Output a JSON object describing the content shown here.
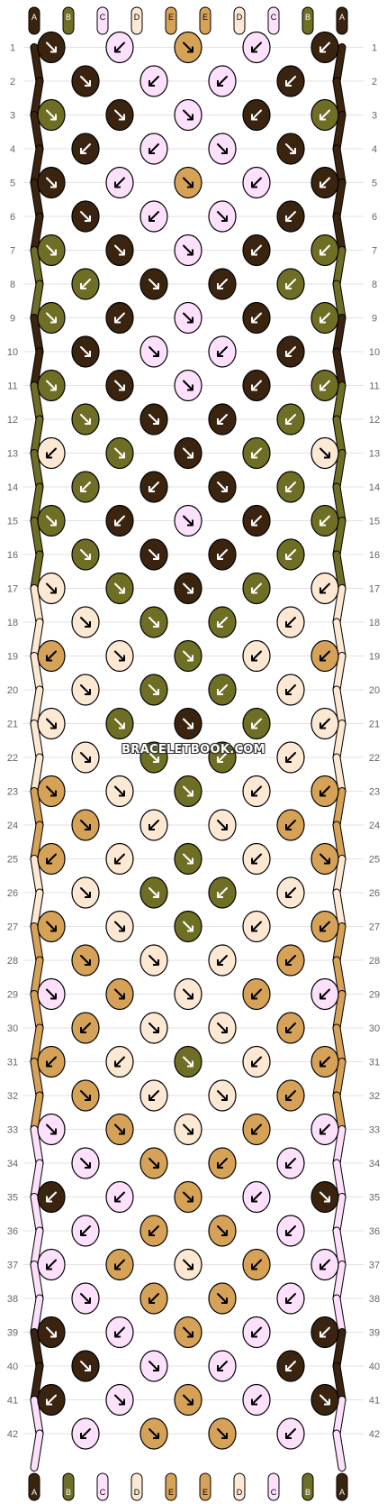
{
  "pattern": {
    "strand_labels_top": [
      "A",
      "B",
      "C",
      "D",
      "E",
      "E",
      "D",
      "C",
      "B",
      "A"
    ],
    "strand_labels_bottom": [
      "A",
      "B",
      "C",
      "D",
      "E",
      "E",
      "D",
      "C",
      "B",
      "A"
    ],
    "row_count": 42,
    "row_numbers": [
      1,
      2,
      3,
      4,
      5,
      6,
      7,
      8,
      9,
      10,
      11,
      12,
      13,
      14,
      15,
      16,
      17,
      18,
      19,
      20,
      21,
      22,
      23,
      24,
      25,
      26,
      27,
      28,
      29,
      30,
      31,
      32,
      33,
      34,
      35,
      36,
      37,
      38,
      39,
      40,
      41,
      42
    ],
    "colors": {
      "A": "#3a2410",
      "B": "#6e6e25",
      "C": "#fde0fb",
      "D": "#fde8d4",
      "E": "#d6a257"
    },
    "arrow_colors": {
      "dark_knot": "#ffffff",
      "light_knot": "#000000"
    },
    "knot_rows": [
      [
        [
          "A",
          "se"
        ],
        [
          "C",
          "sw"
        ],
        [
          "E",
          "se"
        ],
        [
          "C",
          "sw"
        ],
        [
          "A",
          "sw"
        ]
      ],
      [
        [
          "A",
          "se"
        ],
        [
          "C",
          "sw"
        ],
        [
          "C",
          "sw"
        ],
        [
          "A",
          "sw"
        ]
      ],
      [
        [
          "B",
          "se"
        ],
        [
          "A",
          "se"
        ],
        [
          "C",
          "se"
        ],
        [
          "A",
          "sw"
        ],
        [
          "B",
          "sw"
        ]
      ],
      [
        [
          "A",
          "sw"
        ],
        [
          "C",
          "sw"
        ],
        [
          "C",
          "se"
        ],
        [
          "A",
          "se"
        ]
      ],
      [
        [
          "A",
          "se"
        ],
        [
          "C",
          "sw"
        ],
        [
          "E",
          "se"
        ],
        [
          "C",
          "sw"
        ],
        [
          "A",
          "sw"
        ]
      ],
      [
        [
          "A",
          "se"
        ],
        [
          "C",
          "sw"
        ],
        [
          "C",
          "se"
        ],
        [
          "A",
          "sw"
        ]
      ],
      [
        [
          "B",
          "se"
        ],
        [
          "A",
          "se"
        ],
        [
          "C",
          "se"
        ],
        [
          "A",
          "sw"
        ],
        [
          "B",
          "sw"
        ]
      ],
      [
        [
          "B",
          "sw"
        ],
        [
          "A",
          "se"
        ],
        [
          "A",
          "sw"
        ],
        [
          "B",
          "sw"
        ]
      ],
      [
        [
          "B",
          "se"
        ],
        [
          "A",
          "sw"
        ],
        [
          "C",
          "se"
        ],
        [
          "A",
          "sw"
        ],
        [
          "B",
          "sw"
        ]
      ],
      [
        [
          "A",
          "se"
        ],
        [
          "C",
          "se"
        ],
        [
          "C",
          "sw"
        ],
        [
          "A",
          "sw"
        ]
      ],
      [
        [
          "B",
          "se"
        ],
        [
          "A",
          "se"
        ],
        [
          "C",
          "se"
        ],
        [
          "A",
          "sw"
        ],
        [
          "B",
          "sw"
        ]
      ],
      [
        [
          "B",
          "se"
        ],
        [
          "A",
          "se"
        ],
        [
          "A",
          "sw"
        ],
        [
          "B",
          "sw"
        ]
      ],
      [
        [
          "D",
          "sw"
        ],
        [
          "B",
          "se"
        ],
        [
          "A",
          "se"
        ],
        [
          "B",
          "sw"
        ],
        [
          "D",
          "se"
        ]
      ],
      [
        [
          "B",
          "sw"
        ],
        [
          "A",
          "sw"
        ],
        [
          "A",
          "se"
        ],
        [
          "B",
          "sw"
        ]
      ],
      [
        [
          "B",
          "se"
        ],
        [
          "A",
          "sw"
        ],
        [
          "C",
          "se"
        ],
        [
          "A",
          "sw"
        ],
        [
          "B",
          "sw"
        ]
      ],
      [
        [
          "B",
          "se"
        ],
        [
          "A",
          "se"
        ],
        [
          "A",
          "sw"
        ],
        [
          "B",
          "sw"
        ]
      ],
      [
        [
          "D",
          "se"
        ],
        [
          "B",
          "se"
        ],
        [
          "A",
          "se"
        ],
        [
          "B",
          "sw"
        ],
        [
          "D",
          "sw"
        ]
      ],
      [
        [
          "D",
          "se"
        ],
        [
          "B",
          "se"
        ],
        [
          "B",
          "sw"
        ],
        [
          "D",
          "sw"
        ]
      ],
      [
        [
          "E",
          "sw"
        ],
        [
          "D",
          "se"
        ],
        [
          "B",
          "se"
        ],
        [
          "D",
          "sw"
        ],
        [
          "E",
          "sw"
        ]
      ],
      [
        [
          "D",
          "se"
        ],
        [
          "B",
          "se"
        ],
        [
          "B",
          "sw"
        ],
        [
          "D",
          "sw"
        ]
      ],
      [
        [
          "D",
          "se"
        ],
        [
          "B",
          "se"
        ],
        [
          "A",
          "se"
        ],
        [
          "B",
          "sw"
        ],
        [
          "D",
          "sw"
        ]
      ],
      [
        [
          "D",
          "se"
        ],
        [
          "B",
          "se"
        ],
        [
          "B",
          "sw"
        ],
        [
          "D",
          "sw"
        ]
      ],
      [
        [
          "E",
          "se"
        ],
        [
          "D",
          "se"
        ],
        [
          "B",
          "se"
        ],
        [
          "D",
          "sw"
        ],
        [
          "E",
          "sw"
        ]
      ],
      [
        [
          "E",
          "se"
        ],
        [
          "D",
          "sw"
        ],
        [
          "D",
          "se"
        ],
        [
          "E",
          "sw"
        ]
      ],
      [
        [
          "E",
          "sw"
        ],
        [
          "D",
          "sw"
        ],
        [
          "B",
          "se"
        ],
        [
          "D",
          "sw"
        ],
        [
          "E",
          "se"
        ]
      ],
      [
        [
          "D",
          "se"
        ],
        [
          "B",
          "se"
        ],
        [
          "B",
          "sw"
        ],
        [
          "D",
          "sw"
        ]
      ],
      [
        [
          "E",
          "se"
        ],
        [
          "D",
          "se"
        ],
        [
          "B",
          "se"
        ],
        [
          "D",
          "sw"
        ],
        [
          "E",
          "sw"
        ]
      ],
      [
        [
          "E",
          "se"
        ],
        [
          "D",
          "se"
        ],
        [
          "D",
          "sw"
        ],
        [
          "E",
          "sw"
        ]
      ],
      [
        [
          "C",
          "se"
        ],
        [
          "E",
          "se"
        ],
        [
          "D",
          "se"
        ],
        [
          "E",
          "sw"
        ],
        [
          "C",
          "sw"
        ]
      ],
      [
        [
          "E",
          "sw"
        ],
        [
          "D",
          "se"
        ],
        [
          "D",
          "se"
        ],
        [
          "E",
          "sw"
        ]
      ],
      [
        [
          "E",
          "sw"
        ],
        [
          "D",
          "sw"
        ],
        [
          "B",
          "se"
        ],
        [
          "D",
          "sw"
        ],
        [
          "E",
          "sw"
        ]
      ],
      [
        [
          "E",
          "se"
        ],
        [
          "D",
          "sw"
        ],
        [
          "D",
          "se"
        ],
        [
          "E",
          "sw"
        ]
      ],
      [
        [
          "C",
          "se"
        ],
        [
          "E",
          "se"
        ],
        [
          "D",
          "se"
        ],
        [
          "E",
          "sw"
        ],
        [
          "C",
          "sw"
        ]
      ],
      [
        [
          "C",
          "se"
        ],
        [
          "E",
          "se"
        ],
        [
          "E",
          "sw"
        ],
        [
          "C",
          "sw"
        ]
      ],
      [
        [
          "A",
          "sw"
        ],
        [
          "C",
          "sw"
        ],
        [
          "E",
          "se"
        ],
        [
          "C",
          "sw"
        ],
        [
          "A",
          "se"
        ]
      ],
      [
        [
          "C",
          "sw"
        ],
        [
          "E",
          "sw"
        ],
        [
          "E",
          "se"
        ],
        [
          "C",
          "sw"
        ]
      ],
      [
        [
          "C",
          "sw"
        ],
        [
          "E",
          "sw"
        ],
        [
          "D",
          "se"
        ],
        [
          "E",
          "sw"
        ],
        [
          "C",
          "sw"
        ]
      ],
      [
        [
          "C",
          "se"
        ],
        [
          "E",
          "sw"
        ],
        [
          "E",
          "se"
        ],
        [
          "C",
          "sw"
        ]
      ],
      [
        [
          "A",
          "se"
        ],
        [
          "C",
          "sw"
        ],
        [
          "E",
          "se"
        ],
        [
          "C",
          "sw"
        ],
        [
          "A",
          "sw"
        ]
      ],
      [
        [
          "A",
          "se"
        ],
        [
          "C",
          "se"
        ],
        [
          "C",
          "sw"
        ],
        [
          "A",
          "sw"
        ]
      ],
      [
        [
          "A",
          "sw"
        ],
        [
          "C",
          "se"
        ],
        [
          "E",
          "se"
        ],
        [
          "C",
          "sw"
        ],
        [
          "A",
          "se"
        ]
      ],
      [
        [
          "C",
          "sw"
        ],
        [
          "E",
          "se"
        ],
        [
          "E",
          "se"
        ],
        [
          "C",
          "sw"
        ]
      ]
    ],
    "watermark": "BRACELETBOOK.COM"
  }
}
